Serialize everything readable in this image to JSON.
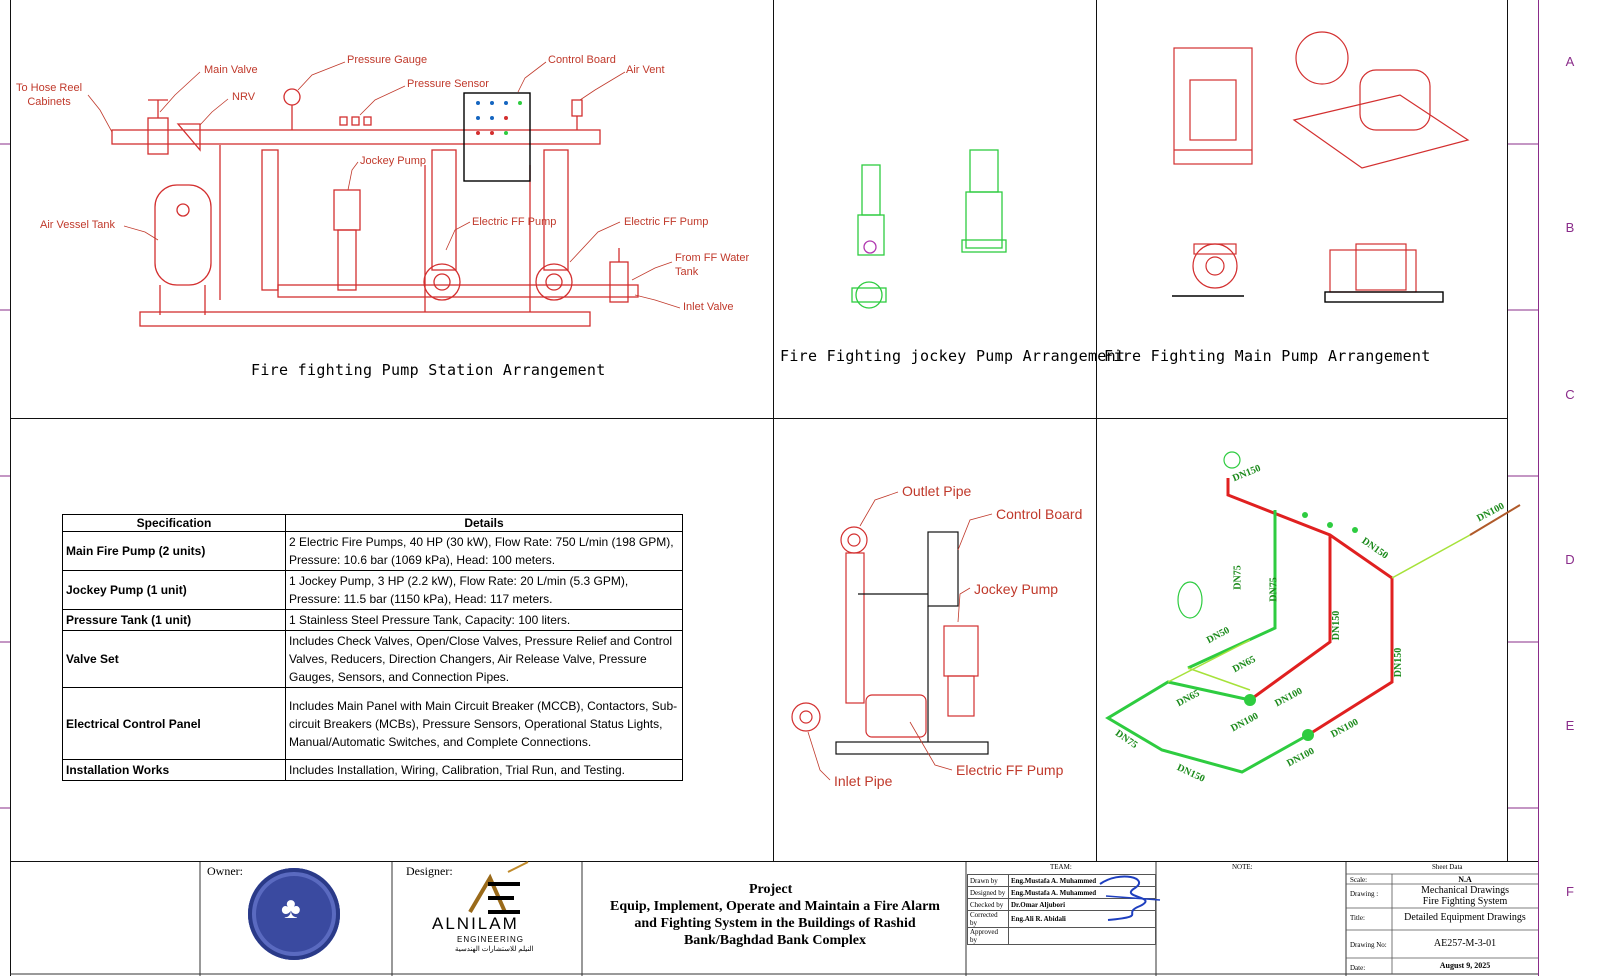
{
  "zones": [
    "A",
    "B",
    "C",
    "D",
    "E",
    "F"
  ],
  "panels": {
    "station": {
      "title": "Fire fighting Pump Station Arrangement",
      "labels": {
        "hose_reel": "To Hose Reel\nCabinets",
        "main_valve": "Main Valve",
        "nrv": "NRV",
        "pressure_gauge": "Pressure Gauge",
        "pressure_sensor": "Pressure Sensor",
        "control_board": "Control Board",
        "air_vent": "Air Vent",
        "jockey_pump": "Jockey Pump",
        "air_vessel": "Air Vessel Tank",
        "electric_ff_pump_1": "Electric FF Pump",
        "electric_ff_pump_2": "Electric FF Pump",
        "from_ff_tank": "From FF Water\nTank",
        "inlet_valve": "Inlet Valve"
      }
    },
    "jockey": {
      "title": "Fire Fighting jockey Pump Arrangement"
    },
    "main_pump": {
      "title": "Fire Fighting Main Pump Arrangement"
    },
    "side_view": {
      "labels": {
        "outlet_pipe": "Outlet Pipe",
        "control_board": "Control Board",
        "jockey_pump": "Jockey Pump",
        "inlet_pipe": "Inlet Pipe",
        "electric_ff_pump": "Electric FF Pump"
      }
    },
    "piping": {
      "pipe_labels": [
        "DN150",
        "DN100",
        "DN150",
        "DN75",
        "DN75",
        "DN50",
        "DN150",
        "DN150",
        "DN65",
        "DN65",
        "DN100",
        "DN100",
        "DN100",
        "DN75",
        "DN150",
        "DN100"
      ]
    }
  },
  "spec_table": {
    "headers": [
      "Specification",
      "Details"
    ],
    "rows": [
      {
        "name": "Main Fire Pump (2 units)",
        "details": "2 Electric Fire Pumps, 40 HP (30 kW), Flow Rate: 750 L/min (198 GPM), Pressure: 10.6 bar (1069 kPa), Head: 100 meters."
      },
      {
        "name": "Jockey Pump (1 unit)",
        "details": "1 Jockey Pump, 3 HP (2.2 kW), Flow Rate: 20 L/min (5.3 GPM), Pressure: 11.5 bar (1150 kPa), Head: 117 meters."
      },
      {
        "name": "Pressure Tank (1 unit)",
        "details": "1 Stainless Steel Pressure Tank, Capacity: 100 liters."
      },
      {
        "name": "Valve Set",
        "details": "Includes Check Valves, Open/Close Valves, Pressure Relief and Control Valves, Reducers, Direction Changers, Air Release Valve, Pressure Gauges, Sensors, and Connection Pipes."
      },
      {
        "name": "Electrical Control Panel",
        "details": "Includes Main Panel with Main Circuit Breaker (MCCB), Contactors, Sub-circuit Breakers (MCBs), Pressure Sensors, Operational Status Lights, Manual/Automatic Switches, and Complete Connections."
      },
      {
        "name": "Installation Works",
        "details": "Includes Installation, Wiring, Calibration, Trial Run, and Testing."
      }
    ]
  },
  "title_block": {
    "owner_label": "Owner:",
    "designer_label": "Designer:",
    "designer_name": "ALNILAM",
    "designer_sub": "ENGINEERING",
    "designer_arabic": "النيلم للاستشارات الهندسية",
    "project_label": "Project",
    "project_lines": [
      "Equip, Implement, Operate and Maintain a Fire Alarm",
      "and Fighting System in the Buildings of Rashid",
      "Bank/Baghdad Bank Complex"
    ],
    "team_label": "TEAM:",
    "note_label": "NOTE:",
    "sheet_data_label": "Sheet Data",
    "team": [
      {
        "role": "Drawn by",
        "name": "Eng.Mustafa A. Muhammed"
      },
      {
        "role": "Designed by",
        "name": "Eng.Mustafa A. Muhammed"
      },
      {
        "role": "Checked by",
        "name": "Dr.Omar Aljubori"
      },
      {
        "role": "Corrected by",
        "name": "Eng.Ali R. Abidali"
      },
      {
        "role": "Approved by",
        "name": ""
      }
    ],
    "sheet": {
      "scale_label": "Scale:",
      "scale": "N.A",
      "drawing_label": "Drawing :",
      "drawing_1": "Mechanical Drawings",
      "drawing_2": "Fire Fighting System",
      "title_label": "Title:",
      "title": "Detailed Equipment Drawings",
      "no_label": "Drawing No:",
      "no": "AE257-M-3-01",
      "date_label": "Date:",
      "date": "August 9, 2025"
    }
  },
  "colors": {
    "red": "#d32f2f",
    "green": "#2ecc40",
    "purple": "#8a2c8a"
  }
}
